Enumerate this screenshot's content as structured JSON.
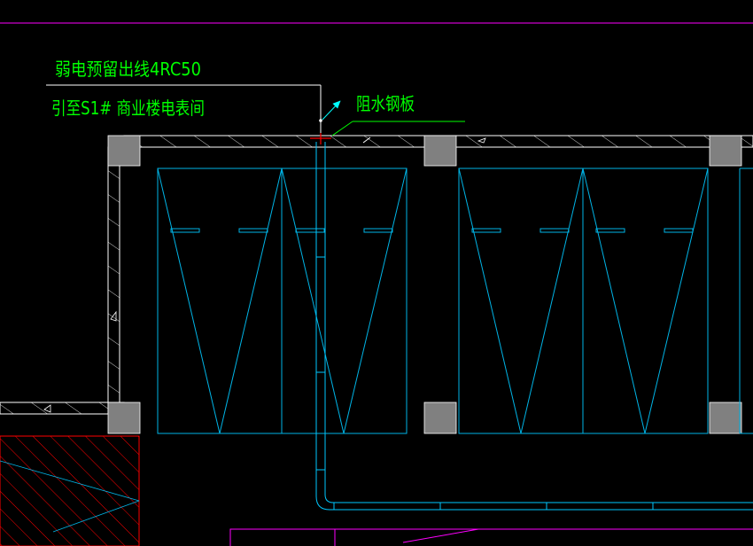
{
  "annotations": {
    "leader_line1": "弱电预留出线4RC50",
    "leader_line2": "引至S1# 商业楼电表间",
    "steel_plate": "阻水钢板"
  },
  "colors": {
    "background": "#000000",
    "text": "#00ff00",
    "wall": "#ffffff",
    "column": "#808080",
    "equipment": "#00b4e6",
    "conduit": "#00c8ff",
    "hatch": "#ff0000",
    "boundary": "#ff00ff",
    "marker": "#ff0000"
  }
}
